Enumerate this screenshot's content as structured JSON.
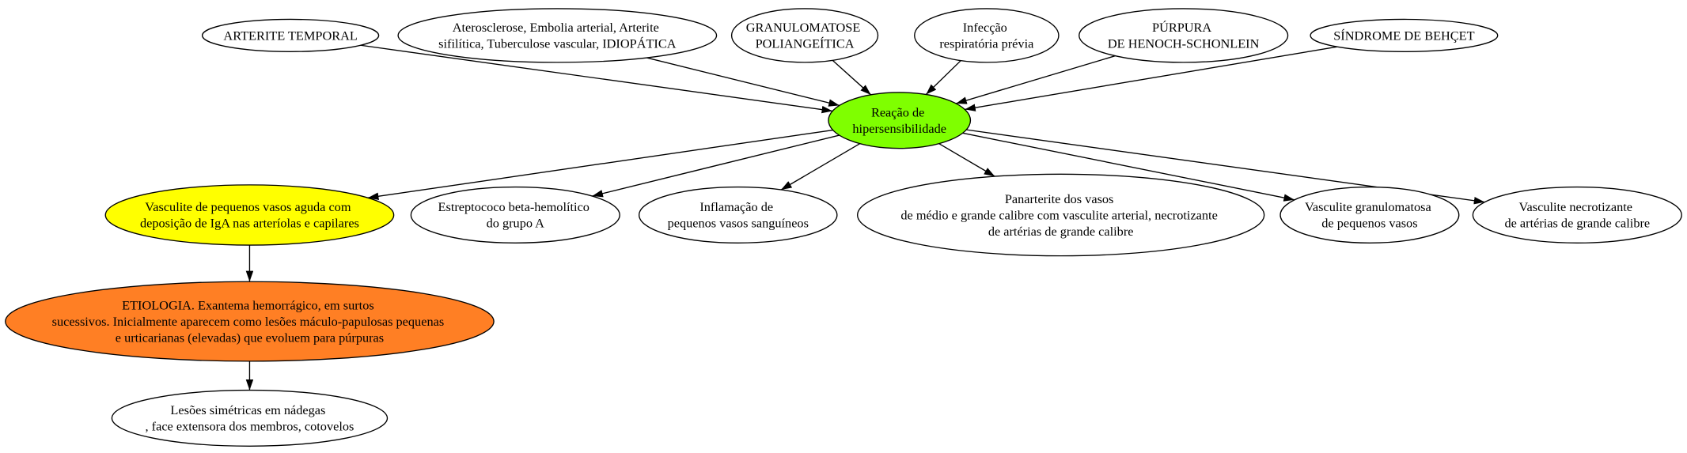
{
  "nodes": {
    "arterite_temporal": {
      "lines": [
        "ARTERITE TEMPORAL"
      ],
      "fill": "#ffffff"
    },
    "aterosclerose": {
      "lines": [
        "Aterosclerose, Embolia arterial, Arterite",
        "sifilítica, Tuberculose vascular, IDIOPÁTICA"
      ],
      "fill": "#ffffff"
    },
    "granulomatose": {
      "lines": [
        "GRANULOMATOSE",
        "POLIANGEÍTICA"
      ],
      "fill": "#ffffff"
    },
    "infeccao": {
      "lines": [
        "Infecção",
        "respiratória prévia"
      ],
      "fill": "#ffffff"
    },
    "purpura": {
      "lines": [
        "PÚRPURA",
        "DE HENOCH-SCHONLEIN"
      ],
      "fill": "#ffffff"
    },
    "behcet": {
      "lines": [
        "SÍNDROME DE BEHÇET"
      ],
      "fill": "#ffffff"
    },
    "reacao": {
      "lines": [
        "Reação de",
        "hipersensibilidade"
      ],
      "fill": "#7fff00"
    },
    "vasculite_iga": {
      "lines": [
        "Vasculite de pequenos vasos aguda com",
        "deposição de IgA nas arteríolas e capilares"
      ],
      "fill": "#ffff00"
    },
    "estreptococo": {
      "lines": [
        "Estreptococo beta-hemolítico",
        "do grupo A"
      ],
      "fill": "#ffffff"
    },
    "inflamacao": {
      "lines": [
        "Inflamação de",
        "pequenos vasos sanguíneos"
      ],
      "fill": "#ffffff"
    },
    "panarterite": {
      "lines": [
        "Panarterite dos vasos",
        "de médio e grande calibre com vasculite arterial, necrotizante",
        "de artérias de grande calibre"
      ],
      "fill": "#ffffff"
    },
    "vasculite_granulomatosa": {
      "lines": [
        "Vasculite granulomatosa",
        "de pequenos vasos"
      ],
      "fill": "#ffffff"
    },
    "vasculite_necrotizante": {
      "lines": [
        "Vasculite necrotizante",
        "de artérias de grande calibre"
      ],
      "fill": "#ffffff"
    },
    "etiologia": {
      "lines": [
        "ETIOLOGIA. Exantema hemorrágico, em surtos",
        "sucessivos. Inicialmente aparecem como lesões máculo-papulosas pequenas",
        "e urticarianas (elevadas) que evoluem para púrpuras"
      ],
      "fill": "#ff7f24"
    },
    "lesoes": {
      "lines": [
        "Lesões simétricas em nádegas",
        ", face extensora dos membros, cotovelos"
      ],
      "fill": "#ffffff"
    }
  },
  "edges": [
    {
      "from": "arterite_temporal",
      "to": "reacao"
    },
    {
      "from": "aterosclerose",
      "to": "reacao"
    },
    {
      "from": "granulomatose",
      "to": "reacao"
    },
    {
      "from": "infeccao",
      "to": "reacao"
    },
    {
      "from": "purpura",
      "to": "reacao"
    },
    {
      "from": "behcet",
      "to": "reacao"
    },
    {
      "from": "reacao",
      "to": "vasculite_iga"
    },
    {
      "from": "reacao",
      "to": "estreptococo"
    },
    {
      "from": "reacao",
      "to": "inflamacao"
    },
    {
      "from": "reacao",
      "to": "panarterite"
    },
    {
      "from": "reacao",
      "to": "vasculite_granulomatosa"
    },
    {
      "from": "reacao",
      "to": "vasculite_necrotizante"
    },
    {
      "from": "vasculite_iga",
      "to": "etiologia"
    },
    {
      "from": "etiologia",
      "to": "lesoes"
    }
  ],
  "colors": {
    "edge": "#000000",
    "outline": "#000000",
    "background": "#ffffff"
  }
}
